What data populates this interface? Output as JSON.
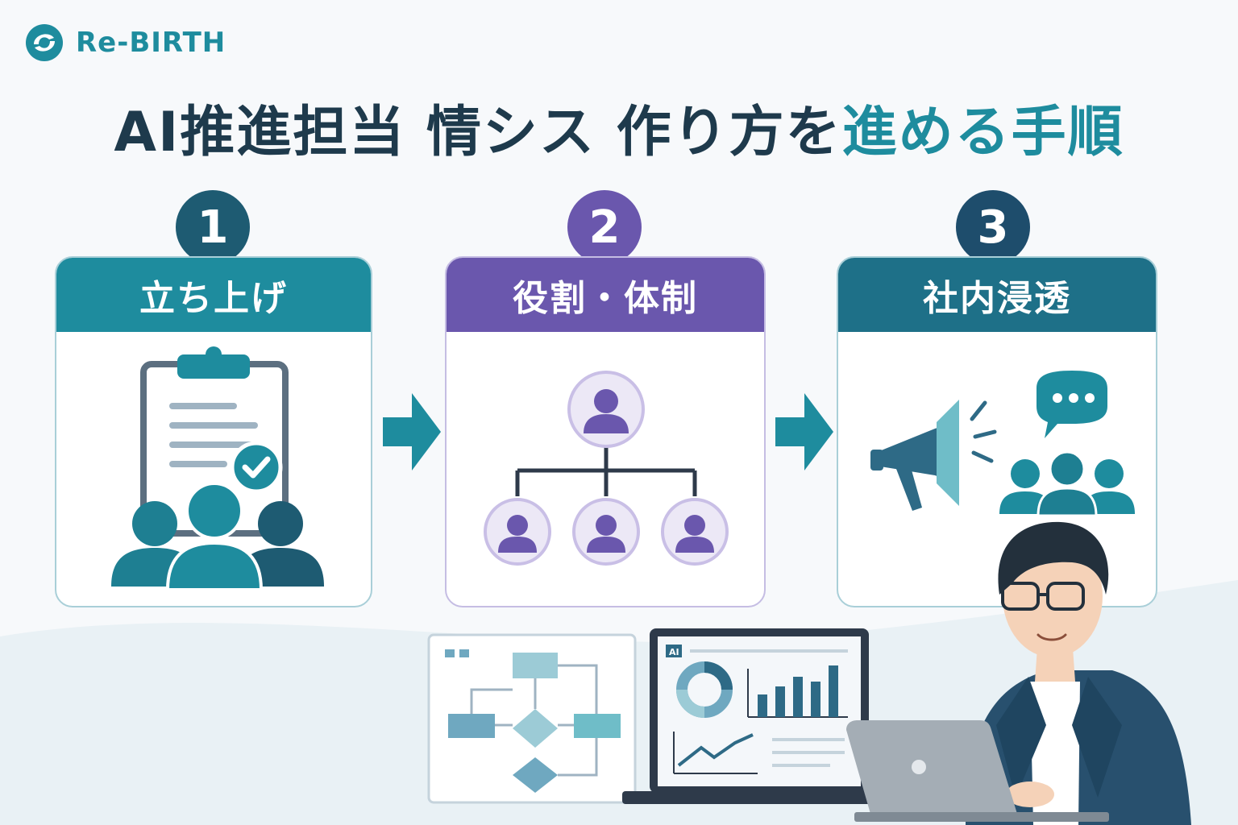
{
  "brand": {
    "name": "Re-BIRTH",
    "logo_icon": "swirl-logo-icon"
  },
  "title": {
    "part1": "AI推進担当 情シス 作り方を",
    "part2": "進める手順"
  },
  "colors": {
    "teal": "#1e8c9e",
    "purple": "#6a57ad",
    "navy": "#1e4d6c",
    "text": "#1e3a4c"
  },
  "steps": [
    {
      "number": "1",
      "label": "立ち上げ",
      "icon": "clipboard-team-icon"
    },
    {
      "number": "2",
      "label": "役割・体制",
      "icon": "org-chart-icon"
    },
    {
      "number": "3",
      "label": "社内浸透",
      "icon": "megaphone-audience-icon"
    }
  ],
  "illustration": {
    "monitor_label": "AI"
  }
}
